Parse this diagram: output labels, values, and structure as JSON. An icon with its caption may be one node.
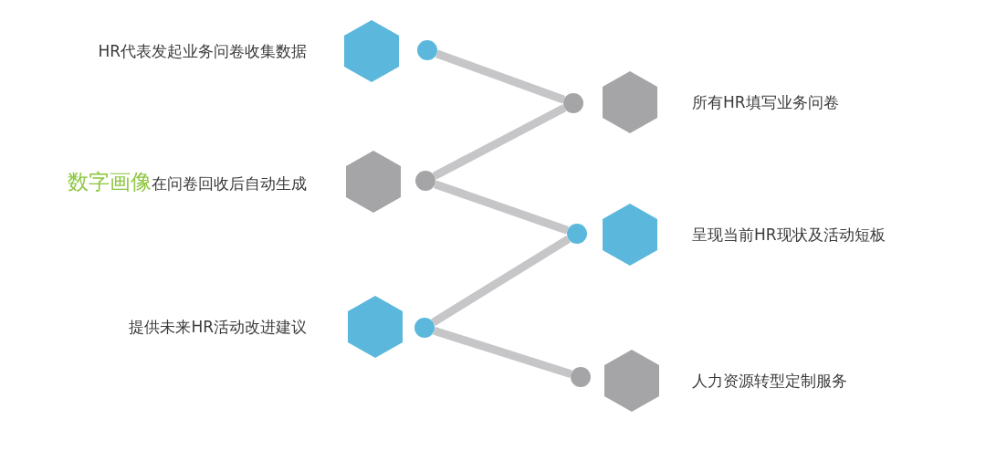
{
  "diagram": {
    "nodes": [
      {
        "text": [],
        "shape": "hexagon",
        "beside": [
          "HR代表发起业务问卷收集数据"
        ]
      },
      {
        "text": [],
        "shape": "hexagon",
        "beside": [
          "所有HR填写业务问卷"
        ]
      },
      {
        "text": [],
        "shape": "hexagon",
        "beside": [
          "数字画像",
          "在问卷回收后自动生成"
        ]
      },
      {
        "text": [],
        "shape": "hexagon",
        "beside": [
          "呈现当前HR现状及活动短板"
        ]
      },
      {
        "text": [],
        "shape": "hexagon",
        "beside": [
          "提供未来HR活动改进建议"
        ]
      },
      {
        "text": [],
        "shape": "hexagon",
        "beside": [
          "人力资源转型定制服务"
        ]
      },
      {
        "text": [],
        "shape": "circle"
      },
      {
        "text": [],
        "shape": "circle"
      },
      {
        "text": [],
        "shape": "circle"
      },
      {
        "text": [],
        "shape": "circle"
      },
      {
        "text": [],
        "shape": "circle"
      },
      {
        "text": [],
        "shape": "circle"
      }
    ],
    "edges": [
      {
        "from": 6,
        "to": 7,
        "arrow": "none"
      },
      {
        "from": 7,
        "to": 8,
        "arrow": "none"
      },
      {
        "from": 8,
        "to": 9,
        "arrow": "none"
      },
      {
        "from": 9,
        "to": 10,
        "arrow": "none"
      },
      {
        "from": 10,
        "to": 11,
        "arrow": "none"
      }
    ]
  }
}
